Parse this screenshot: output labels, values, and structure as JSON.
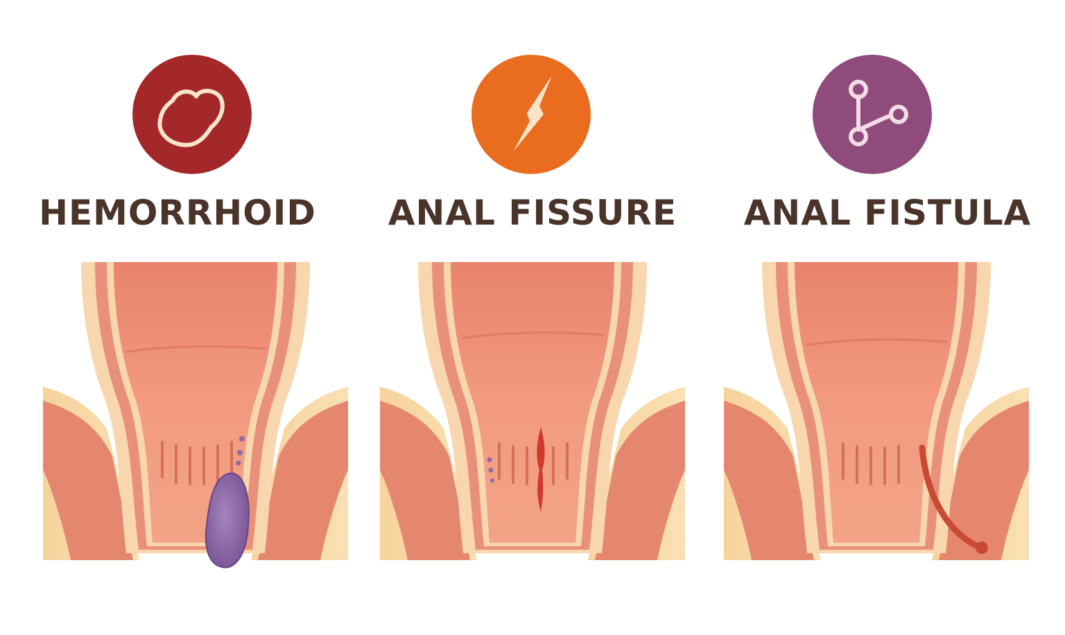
{
  "panels": [
    {
      "key": "hemorrhoid",
      "title": "HEMORRHOID",
      "icon": "blob-outline-icon",
      "color": "#a4282a"
    },
    {
      "key": "fissure",
      "title": "ANAL FISSURE",
      "icon": "crack-icon",
      "color": "#e96c1f"
    },
    {
      "key": "fistula",
      "title": "ANAL FISTULA",
      "icon": "branching-nodes-icon",
      "color": "#8e4b7c"
    }
  ],
  "colors": {
    "fat": "#f7d9a6",
    "muscle": "#e5876f",
    "lumen": "#f0957a",
    "lining": "#f8d6ae",
    "hemorrhoid": "#8f6aa6",
    "fissure": "#cc3b2c",
    "text": "#4a3329"
  }
}
